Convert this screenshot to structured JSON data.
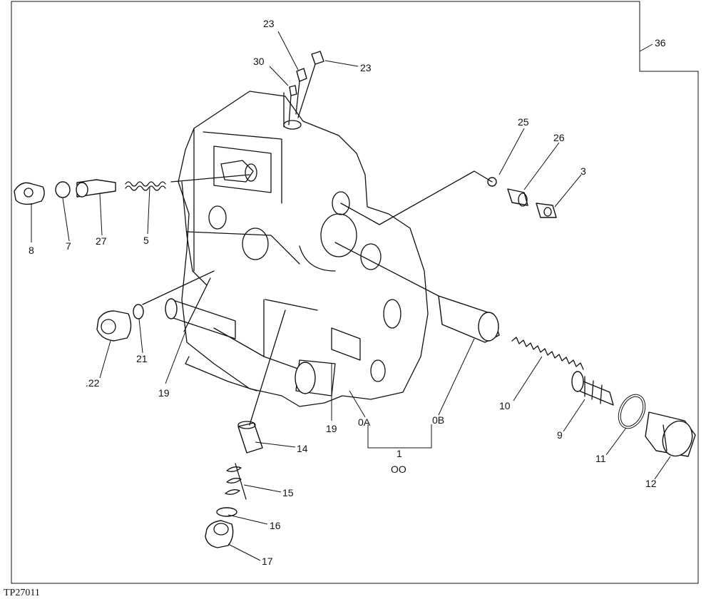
{
  "figure_code": "TP27011",
  "callouts": {
    "c36": "36",
    "c23a": "23",
    "c23b": "23",
    "c30": "30",
    "c25": "25",
    "c26": "26",
    "c3": "3",
    "c8": "8",
    "c7": "7",
    "c27": "27",
    "c5": "5",
    "c22": ".22",
    "c21": "21",
    "c19a": "19",
    "c19b": "19",
    "c0A": "0A",
    "c0B": "0B",
    "c1": "1",
    "c00": "OO",
    "c14": "14",
    "c15": "15",
    "c16": "16",
    "c17": "17",
    "c10": "10",
    "c9": "9",
    "c11": "11",
    "c12": "12"
  }
}
